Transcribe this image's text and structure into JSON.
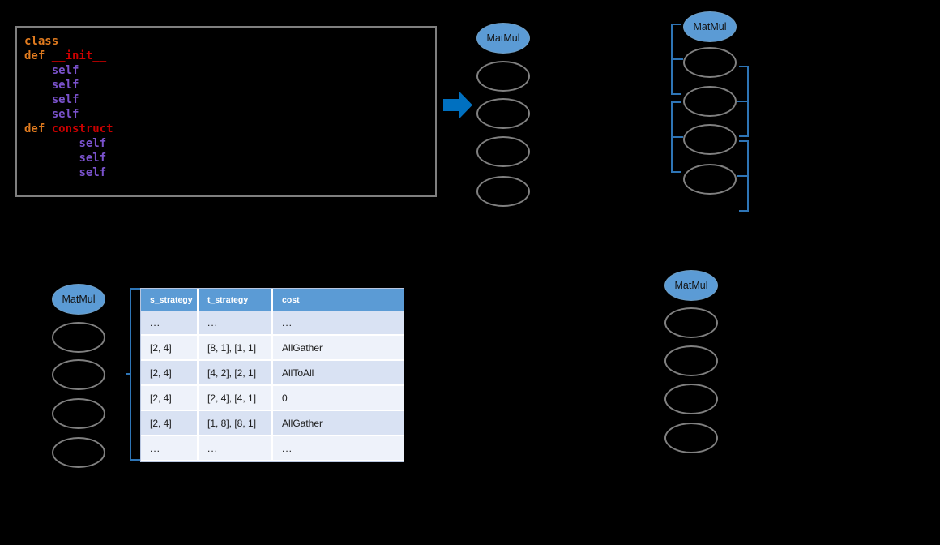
{
  "diagram": {
    "title": "strategy-cost-diagram",
    "colors": {
      "accent_blue": "#5b9bd5",
      "arrow_blue": "#0070c0",
      "bracket_blue": "#2e75b6",
      "oval_outline": "#808080",
      "table_header_bg": "#5b9bd5",
      "table_row_odd": "#d9e2f3",
      "table_row_even": "#eef2fa",
      "code_border": "#7f7f7f",
      "background": "#000000"
    }
  },
  "code_block": {
    "lines": [
      {
        "indent": 0,
        "tokens": [
          {
            "text": "class",
            "style": "kw"
          }
        ]
      },
      {
        "indent": 0,
        "tokens": [
          {
            "text": "def ",
            "style": "kw"
          },
          {
            "text": "__init__",
            "style": "fn"
          }
        ]
      },
      {
        "indent": 1,
        "tokens": [
          {
            "text": "self",
            "style": "self"
          }
        ]
      },
      {
        "indent": 1,
        "tokens": [
          {
            "text": "self",
            "style": "self"
          }
        ]
      },
      {
        "indent": 1,
        "tokens": [
          {
            "text": "self",
            "style": "self"
          }
        ]
      },
      {
        "indent": 1,
        "tokens": [
          {
            "text": "self",
            "style": "self"
          }
        ]
      },
      {
        "indent": 0,
        "tokens": [
          {
            "text": "def ",
            "style": "kw"
          },
          {
            "text": "construct",
            "style": "fn"
          }
        ]
      },
      {
        "indent": 2,
        "tokens": [
          {
            "text": "self",
            "style": "self"
          }
        ]
      },
      {
        "indent": 2,
        "tokens": [
          {
            "text": "self",
            "style": "self"
          }
        ]
      },
      {
        "indent": 2,
        "tokens": [
          {
            "text": "self",
            "style": "self"
          }
        ]
      }
    ]
  },
  "arrow": {
    "icon": "right-arrow-icon",
    "direction": "right"
  },
  "node_groups": [
    {
      "id": "top-center",
      "header_label": "MatMul",
      "empty_node_count": 4
    },
    {
      "id": "top-right",
      "header_label": "MatMul",
      "empty_node_count": 4
    },
    {
      "id": "bottom-left",
      "header_label": "MatMul",
      "empty_node_count": 4
    },
    {
      "id": "bottom-right",
      "header_label": "MatMul",
      "empty_node_count": 4
    }
  ],
  "cost_table": {
    "columns": [
      "s_strategy",
      "t_strategy",
      "cost"
    ],
    "rows": [
      [
        "...",
        "...",
        "..."
      ],
      [
        "[2, 4]",
        "[8, 1], [1, 1]",
        "AllGather"
      ],
      [
        "[2, 4]",
        "[4, 2], [2, 1]",
        "AllToAll"
      ],
      [
        "[2, 4]",
        "[2, 4], [4, 1]",
        "0"
      ],
      [
        "[2, 4]",
        "[1, 8], [8, 1]",
        "AllGather"
      ],
      [
        "...",
        "...",
        "..."
      ]
    ]
  }
}
